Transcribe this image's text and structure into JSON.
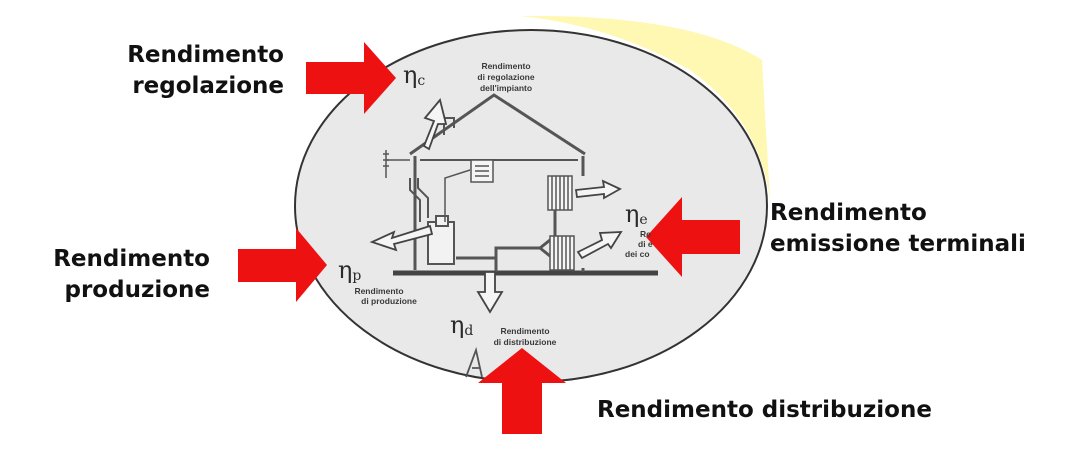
{
  "callouts": {
    "regolazione": {
      "line1": "Rendimento",
      "line2": "regolazione"
    },
    "produzione": {
      "line1": "Rendimento",
      "line2": "produzione"
    },
    "emissione": {
      "line1": "Rendimento",
      "line2": "emissione terminali"
    },
    "distribuzione": {
      "line1": "Rendimento distribuzione"
    }
  },
  "symbols": {
    "eta_c": {
      "eta": "η",
      "sub": "c"
    },
    "eta_e": {
      "eta": "η",
      "sub": "e"
    },
    "eta_p": {
      "eta": "η",
      "sub": "p"
    },
    "eta_d": {
      "eta": "η",
      "sub": "d"
    }
  },
  "inner_text": {
    "regolazione": [
      "Rendimento",
      "di regolazione",
      "dell'impianto"
    ],
    "produzione": [
      "Rendimento",
      "di produzione"
    ],
    "distribuzione": [
      "Rendimento",
      "di distribuzione"
    ],
    "emissione_partial": [
      "Re",
      "di e",
      "dei co"
    ]
  },
  "colors": {
    "arrow_red": "#ee1111",
    "ellipse_fill": "#e9e9e9",
    "ellipse_stroke": "#333333",
    "yellow_edge": "#fff6a0",
    "drawing": "#555555"
  }
}
